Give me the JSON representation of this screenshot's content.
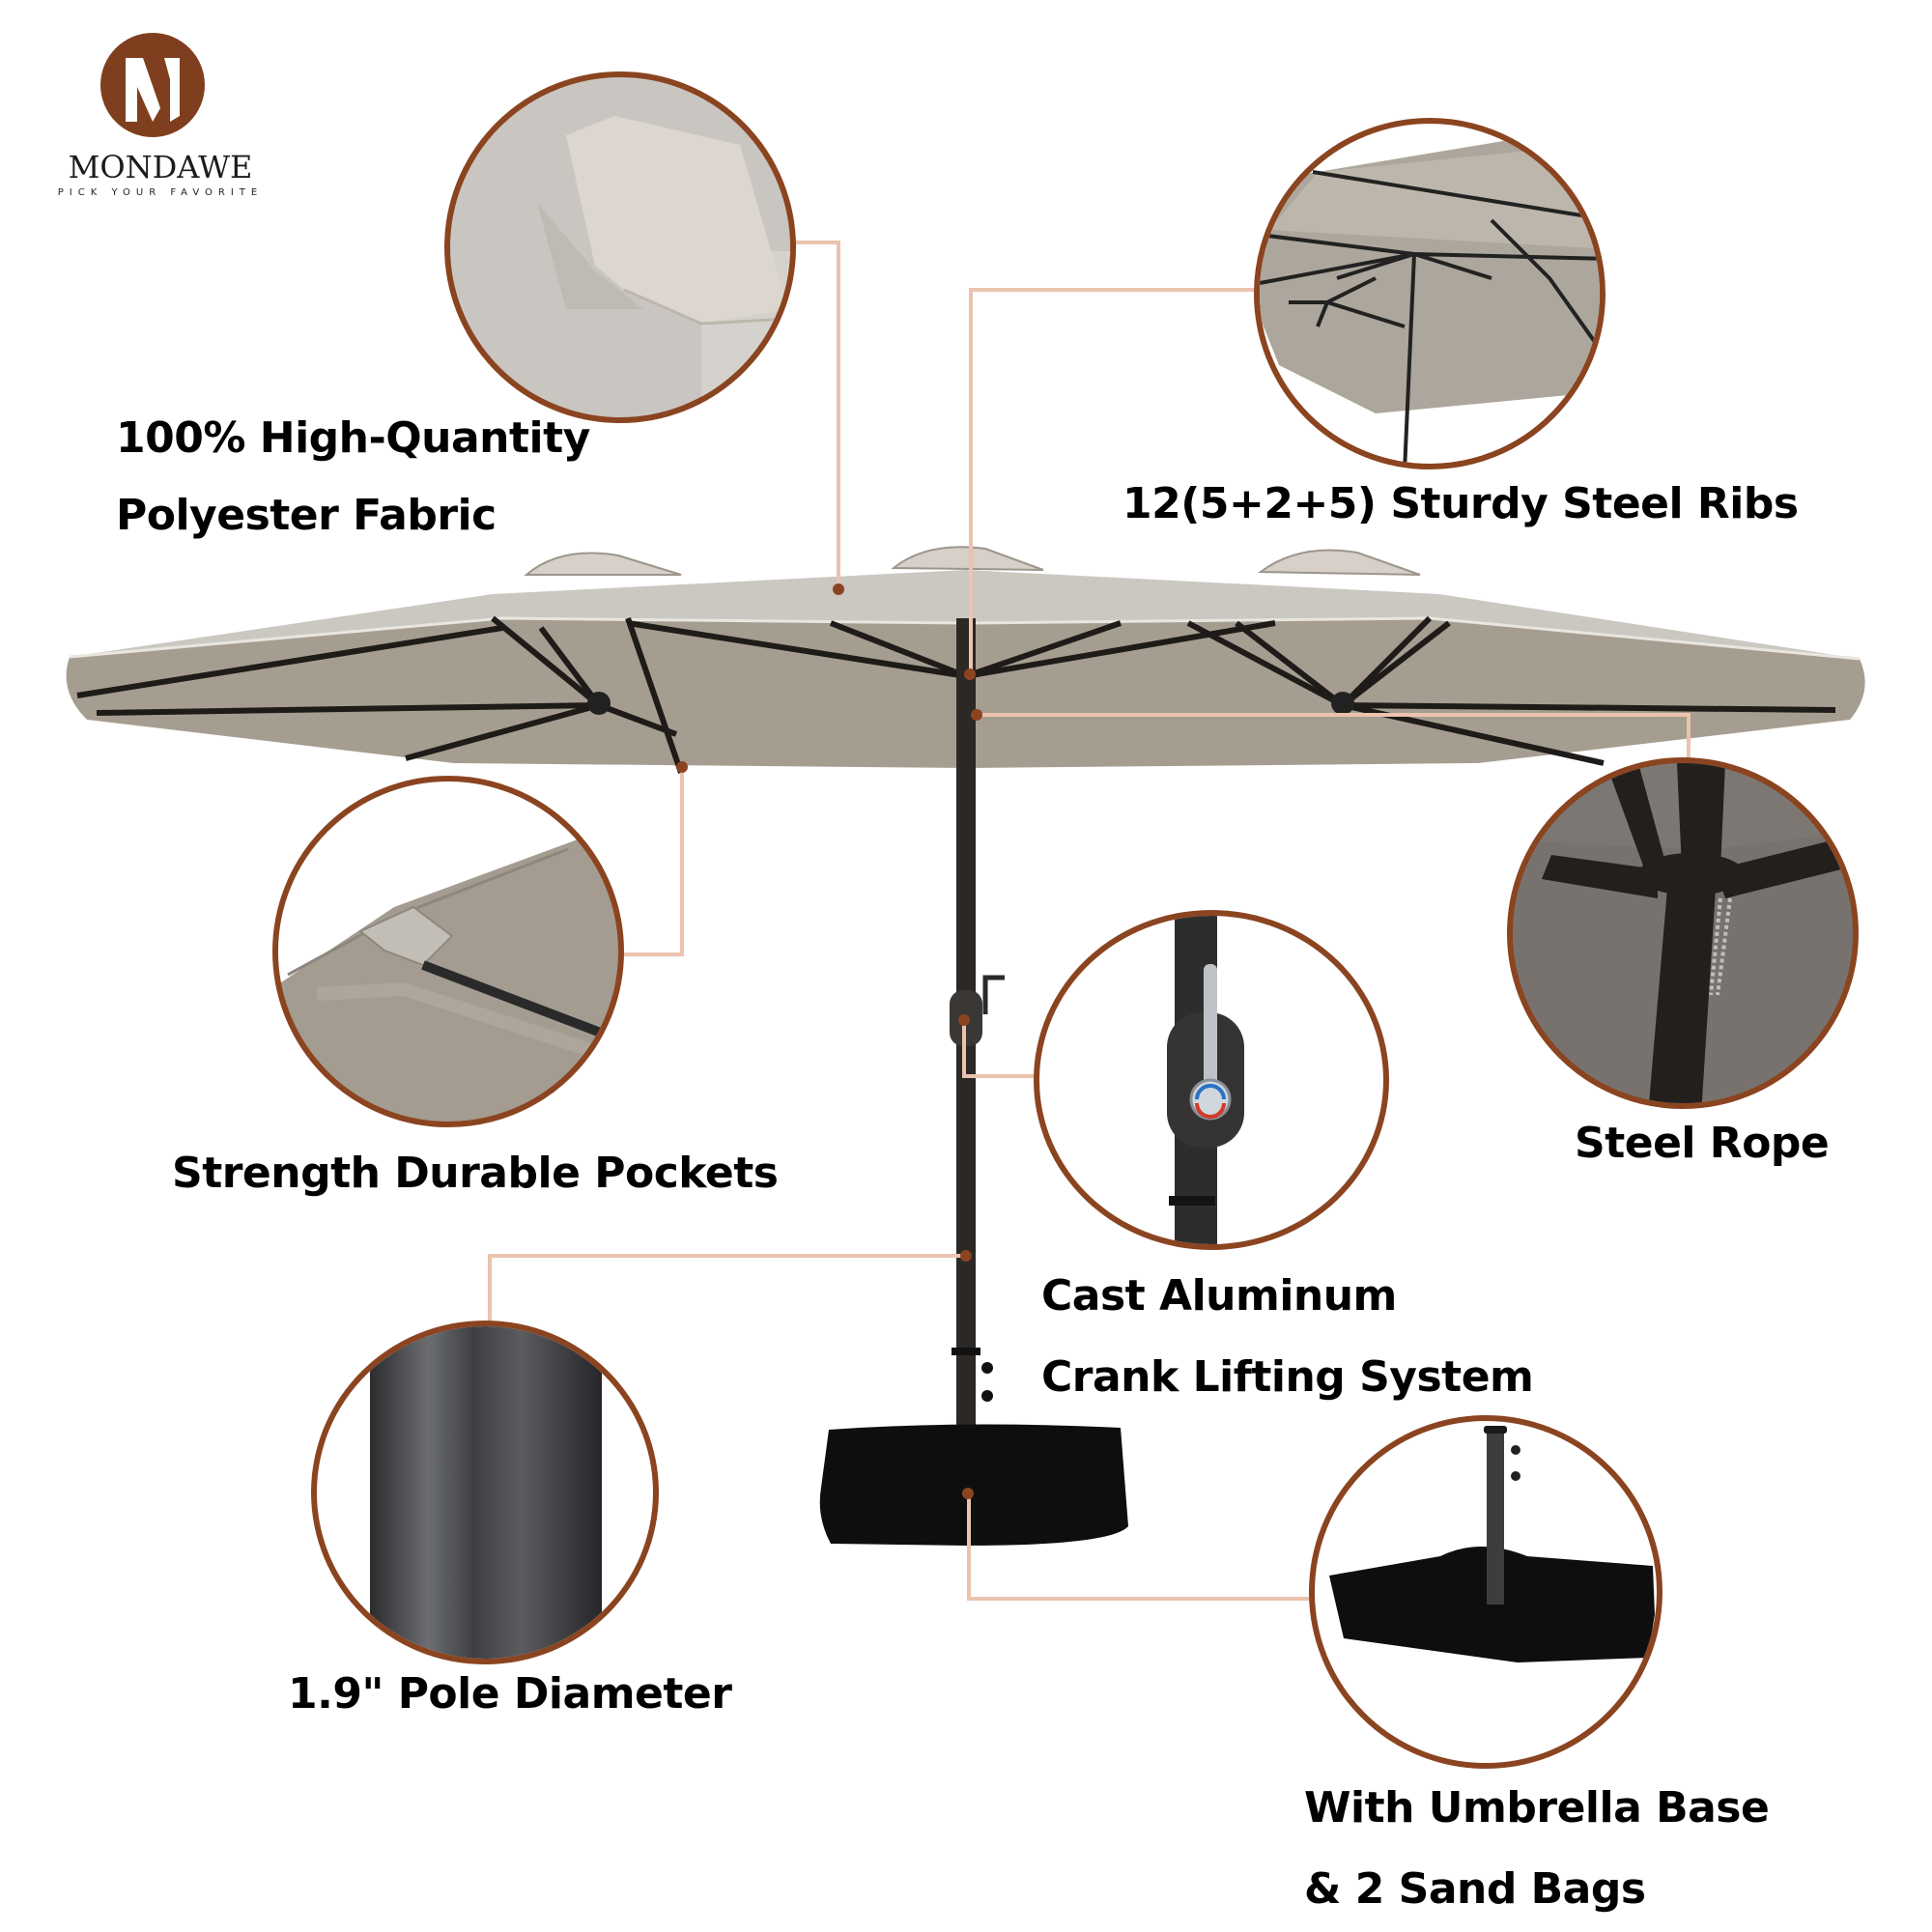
{
  "brand": {
    "logo_letter": "M",
    "name": "MONDAWE",
    "tagline": "PICK YOUR FAVORITE",
    "color": "#7F3F1E"
  },
  "colors": {
    "bubble_border": "#8B4420",
    "connector_line": "#EBC3AE",
    "connector_dot": "#8B4420",
    "canopy_top": "#C9C5BF",
    "canopy_under": "#A39A8E",
    "frame": "#1E1B19",
    "base_bag": "#0E0E0E"
  },
  "features": [
    {
      "id": "fabric",
      "lines": [
        "100% High-Quantity",
        "Polyester Fabric"
      ],
      "icon": "fabric-closeup-icon"
    },
    {
      "id": "ribs",
      "lines": [
        "12(5+2+5) Sturdy Steel Ribs"
      ],
      "icon": "ribs-closeup-icon"
    },
    {
      "id": "rope",
      "lines": [
        "Steel Rope"
      ],
      "icon": "steel-rope-closeup-icon"
    },
    {
      "id": "pockets",
      "lines": [
        "Strength Durable Pockets"
      ],
      "icon": "pocket-closeup-icon"
    },
    {
      "id": "crank",
      "lines": [
        "Cast Aluminum",
        "Crank Lifting System"
      ],
      "icon": "crank-closeup-icon"
    },
    {
      "id": "pole",
      "lines": [
        "1.9\" Pole Diameter"
      ],
      "icon": "pole-closeup-icon"
    },
    {
      "id": "base",
      "lines": [
        "With Umbrella Base",
        "& 2 Sand Bags"
      ],
      "icon": "base-closeup-icon"
    }
  ]
}
